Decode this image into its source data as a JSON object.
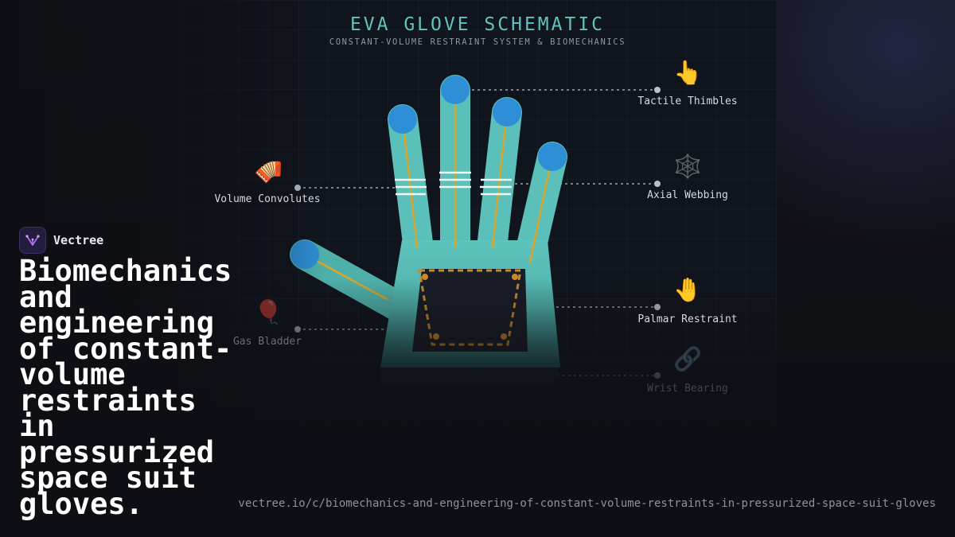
{
  "schematic": {
    "title": "EVA GLOVE SCHEMATIC",
    "subtitle": "CONSTANT-VOLUME RESTRAINT SYSTEM & BIOMECHANICS",
    "callouts": [
      {
        "id": "tactile",
        "label": "Tactile Thimbles",
        "icon": "pointing-finger-icon",
        "glyph": "👆"
      },
      {
        "id": "axial",
        "label": "Axial Webbing",
        "icon": "spider-web-icon",
        "glyph": "🕸️"
      },
      {
        "id": "convolutes",
        "label": "Volume Convolutes",
        "icon": "accordion-icon",
        "glyph": "🪗"
      },
      {
        "id": "palmar",
        "label": "Palmar Restraint",
        "icon": "raised-hand-icon",
        "glyph": "🤚"
      },
      {
        "id": "bladder",
        "label": "Gas Bladder",
        "icon": "balloon-icon",
        "glyph": "🎈"
      },
      {
        "id": "wrist",
        "label": "Wrist Bearing",
        "icon": "chain-link-icon",
        "glyph": "🔗"
      }
    ]
  },
  "brand": {
    "name": "Vectree"
  },
  "headline": "Biomechanics and engineering of constant-volume restraints in pressurized space suit gloves.",
  "url": "vectree.io/c/biomechanics-and-engineering-of-constant-volume-restraints-in-pressurized-space-suit-gloves",
  "colors": {
    "glove": "#5fc4bd",
    "fingertip": "#2f8fd6",
    "tendon": "#d9a52a",
    "title": "#5fc4bd",
    "background": "#0e0f14"
  }
}
